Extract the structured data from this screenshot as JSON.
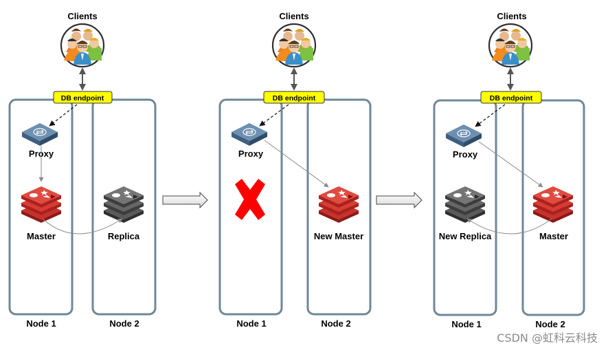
{
  "panels": [
    {
      "clients_label": "Clients",
      "endpoint_label": "DB endpoint",
      "proxy_label": "Proxy",
      "left_server_label": "Master",
      "right_server_label": "Replica",
      "node1_label": "Node 1",
      "node2_label": "Node 2"
    },
    {
      "clients_label": "Clients",
      "endpoint_label": "DB endpoint",
      "proxy_label": "Proxy",
      "right_server_label": "New Master",
      "node1_label": "Node 1",
      "node2_label": "Node 2"
    },
    {
      "clients_label": "Clients",
      "endpoint_label": "DB endpoint",
      "proxy_label": "Proxy",
      "left_server_label": "New Replica",
      "right_server_label": "Master",
      "node1_label": "Node 1",
      "node2_label": "Node 2"
    }
  ],
  "watermark": "CSDN @虹科云科技",
  "colors": {
    "node_border": "#6f8797",
    "endpoint_fill": "#ffff00",
    "redis_red": "#d42b27",
    "redis_gray": "#5b5b5b",
    "proxy_blue": "#4d7092",
    "fail_x": "#ff0000"
  }
}
